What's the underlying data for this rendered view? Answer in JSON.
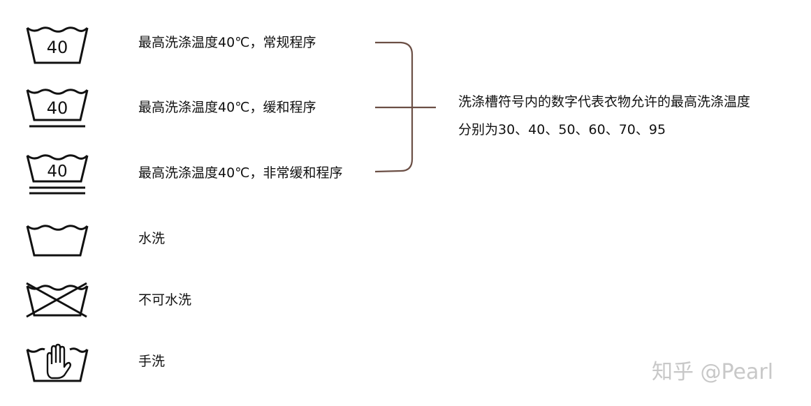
{
  "symbols": [
    {
      "label": "最高洗涤温度40℃，常规程序",
      "icon": "washtub-40-icon",
      "temp": "40",
      "bars": 0
    },
    {
      "label": "最高洗涤温度40℃，缓和程序",
      "icon": "washtub-40-one-bar-icon",
      "temp": "40",
      "bars": 1
    },
    {
      "label": "最高洗涤温度40℃，非常缓和程序",
      "icon": "washtub-40-two-bars-icon",
      "temp": "40",
      "bars": 2
    },
    {
      "label": "水洗",
      "icon": "washtub-icon"
    },
    {
      "label": "不可水洗",
      "icon": "washtub-crossed-icon"
    },
    {
      "label": "手洗",
      "icon": "washtub-hand-icon"
    }
  ],
  "note": {
    "line1": "洗涤槽符号内的数字代表衣物允许的最高洗涤温度",
    "line2": "分别为30、40、50、60、70、95"
  },
  "watermark": "知乎 @Pearl",
  "colors": {
    "bracket": "#6b4f45",
    "text": "#111111",
    "watermark": "#c8c8c8"
  }
}
